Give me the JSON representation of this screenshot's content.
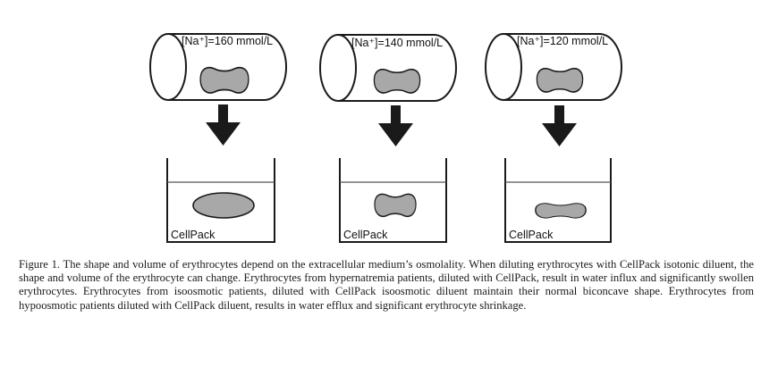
{
  "panels": [
    {
      "sodium_label": "[Na⁺]=160 mmol/L",
      "container_label": "CellPack",
      "cell_state": "swollen"
    },
    {
      "sodium_label": "[Na⁺]=140 mmol/L",
      "container_label": "CellPack",
      "cell_state": "normal"
    },
    {
      "sodium_label": "[Na⁺]=120 mmol/L",
      "container_label": "CellPack",
      "cell_state": "shrunken"
    }
  ],
  "caption": "Figure 1. The shape and volume of erythrocytes depend on the extracellular medium’s osmolality. When diluting erythrocytes with CellPack isotonic diluent, the shape and volume of the erythrocyte can change. Erythrocytes from hypernatremia patients, diluted with CellPack, result in water influx and significantly swollen erythrocytes. Erythrocytes from isoosmotic patients, diluted with CellPack isoosmotic diluent maintain their normal biconcave shape. Erythrocytes from hypoosmotic patients diluted with CellPack diluent, results in water efflux and significant erythrocyte shrinkage.",
  "colors": {
    "cell_fill": "#a8a8a8",
    "outline": "#1a1a1a",
    "arrow": "#1a1a1a"
  }
}
